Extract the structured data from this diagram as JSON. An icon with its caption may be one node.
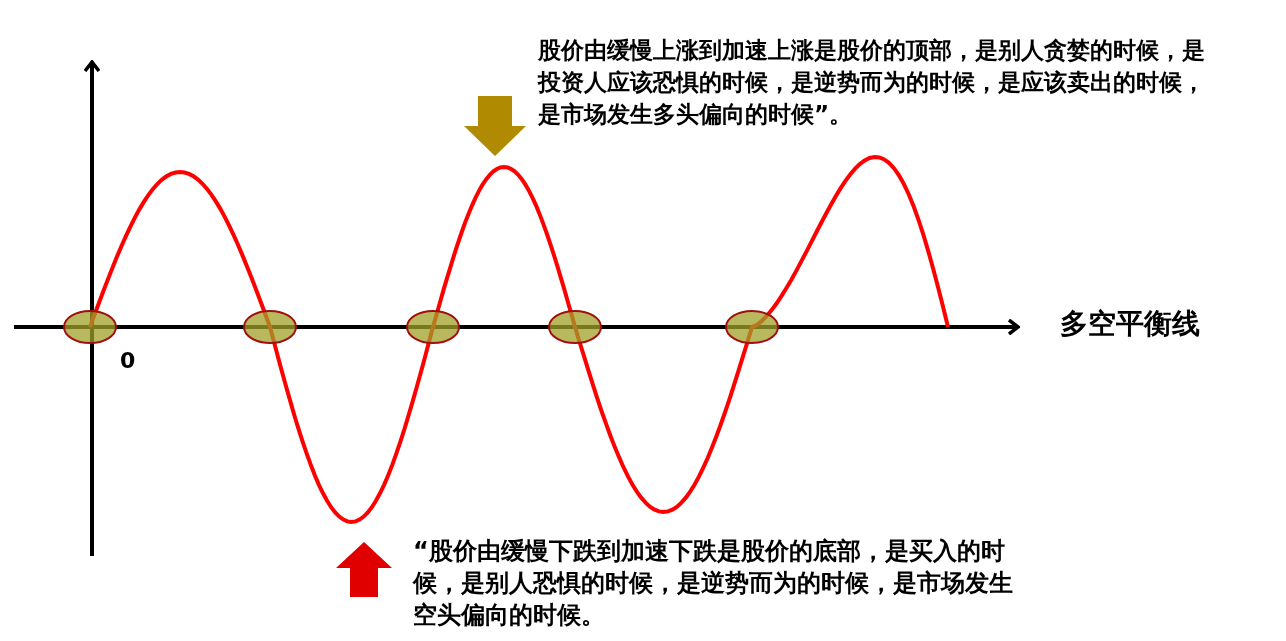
{
  "diagram": {
    "labels": [
      "股价由缓慢上涨到加速上涨是股价的顶部，是别人贪婪的时候，是投资人应该恐惧的时候，是逆势而为的时候，是应该卖出的时候，是市场发生多头偏向的时候”。",
      "多空平衡线",
      "0",
      "“股价由缓慢下跌到加速下跌是股价的底部，是买入的时候，是别人恐惧的时候，是逆势而为的时候，是市场发生空头偏向的时候。"
    ]
  }
}
